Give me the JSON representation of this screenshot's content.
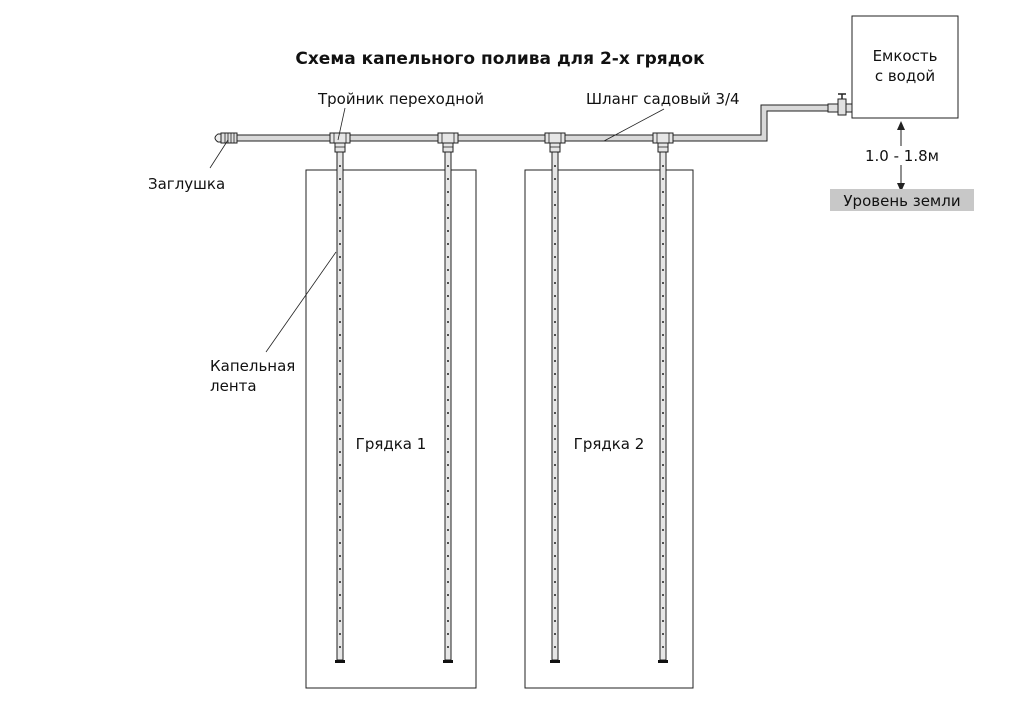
{
  "title": "Схема капельного полива для 2-х грядок",
  "labels": {
    "tee": "Тройник переходной",
    "hose": "Шланг садовый 3/4",
    "plug": "Заглушка",
    "tape_line1": "Капельная",
    "tape_line2": "лента",
    "tank_line1": "Емкость",
    "tank_line2": "с водой",
    "height": "1.0 - 1.8м",
    "ground": "Уровень земли"
  },
  "beds": [
    {
      "label": "Грядка 1"
    },
    {
      "label": "Грядка 2"
    }
  ],
  "colors": {
    "line": "#222222",
    "pipe_fill": "#d9d9d9",
    "ground_fill": "#c8c8c8",
    "tape_fill": "#e6e6e6"
  }
}
